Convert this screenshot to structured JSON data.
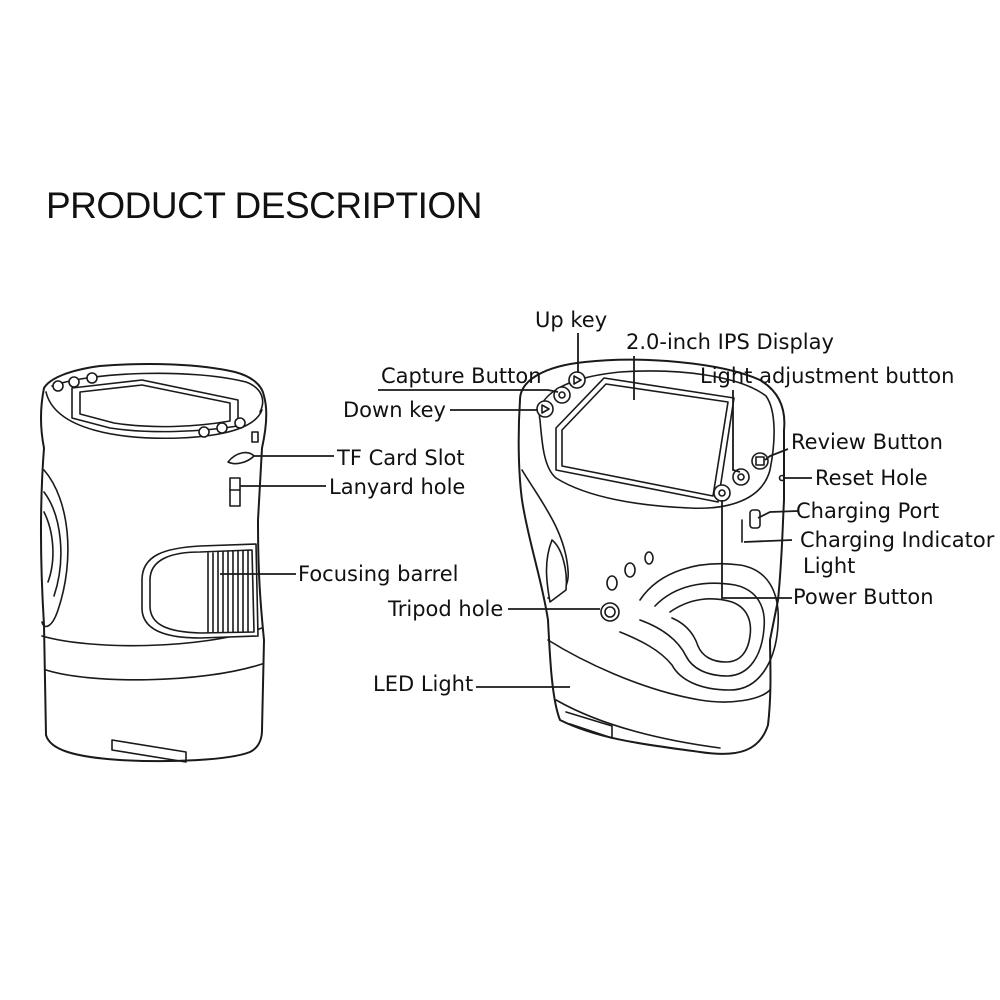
{
  "title": "PRODUCT DESCRIPTION",
  "labels": {
    "up_key": "Up key",
    "display": "2.0-inch IPS Display",
    "capture_button": "Capture Button",
    "light_adjustment_button": "Light adjustment button",
    "down_key": "Down key",
    "review_button": "Review Button",
    "reset_hole": "Reset Hole",
    "tf_card_slot": "TF Card Slot",
    "lanyard_hole": "Lanyard hole",
    "charging_port": "Charging Port",
    "charging_indicator_line1": "Charging Indicator",
    "charging_indicator_line2": "Light",
    "power_button": "Power Button",
    "focusing_barrel": "Focusing barrel",
    "tripod_hole": "Tripod hole",
    "led_light": "LED Light"
  },
  "colors": {
    "line": "#1a1a1a",
    "text": "#111111",
    "background": "#ffffff"
  }
}
